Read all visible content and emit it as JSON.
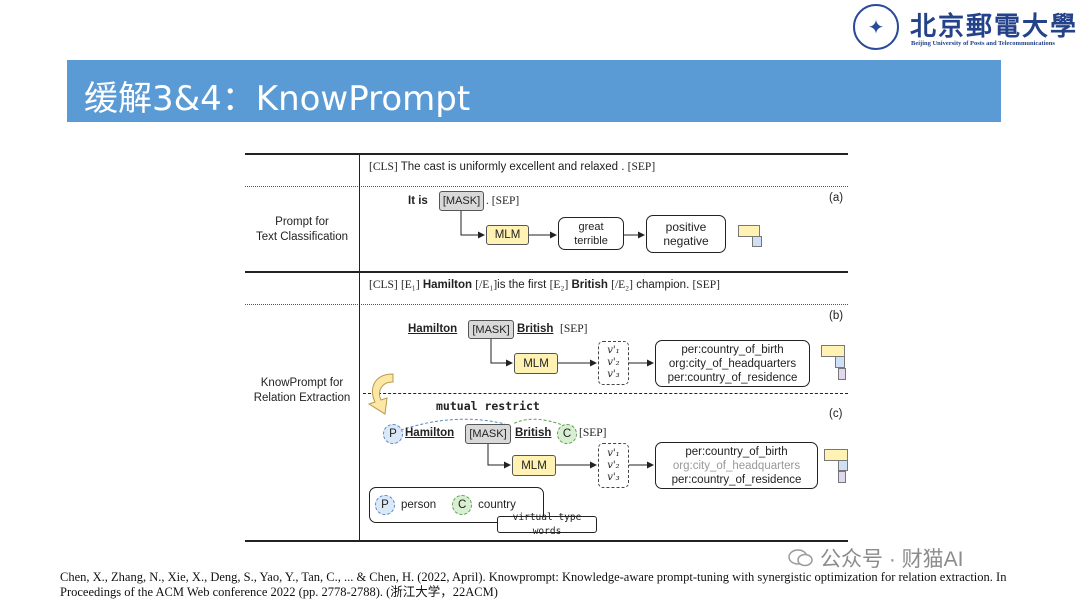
{
  "header": {
    "logo_cn": "北京郵電大學",
    "logo_en": "Beijing University of Posts and Telecommunications",
    "title": "缓解3&4：KnowPrompt"
  },
  "figure": {
    "top_sentence_cls": "[CLS]",
    "top_sentence_text": "The cast is uniformly excellent and relaxed .",
    "top_sentence_sep": "[SEP]",
    "section_a_label_l1": "Prompt for",
    "section_a_label_l2": "Text Classification",
    "it_is": "It is",
    "mask": "[MASK]",
    "a_after_mask": ". [SEP]",
    "panel_a": "(a)",
    "mlm": "MLM",
    "great": "great",
    "terrible": "terrible",
    "positive": "positive",
    "negative": "negative",
    "re_cls": "[CLS]",
    "re_e1": "[E₁]",
    "re_hamilton": "Hamilton",
    "re_e1_close": "[/E₁]",
    "re_mid": "is the first",
    "re_e2": "[E₂]",
    "re_british": "British",
    "re_e2_close": "[/E₂]",
    "re_tail": "champion.",
    "re_sep": "[SEP]",
    "section_b_label_l1": "KnowPrompt for",
    "section_b_label_l2": "Relation Extraction",
    "hamilton": "Hamilton",
    "british": "British",
    "sep": "[SEP]",
    "panel_b": "(b)",
    "panel_c": "(c)",
    "v1": "v'₁",
    "v2": "v'₂",
    "v3": "v'₃",
    "rel1": "per:country_of_birth",
    "rel2": "org:city_of_headquarters",
    "rel3": "per:country_of_residence",
    "mutual_restrict": "mutual restrict",
    "p": "P",
    "c": "C",
    "person": "person",
    "country": "country",
    "virtual_type_words": "virtual type words"
  },
  "citation": "Chen, X., Zhang, N., Xie, X., Deng, S., Yao, Y., Tan, C., ... & Chen, H. (2022, April). Knowprompt: Knowledge-aware prompt-tuning with synergistic optimization for relation extraction. In Proceedings of the ACM Web conference 2022 (pp. 2778-2788). (浙江大学，22ACM)",
  "watermark": "公众号 · 财猫AI",
  "colors": {
    "title_bar": "#5b9bd5",
    "mlm_fill": "#fff2b3",
    "mask_fill": "#d9d9d9",
    "p_circle": "#dbe8f8",
    "c_circle": "#d8efd2"
  }
}
